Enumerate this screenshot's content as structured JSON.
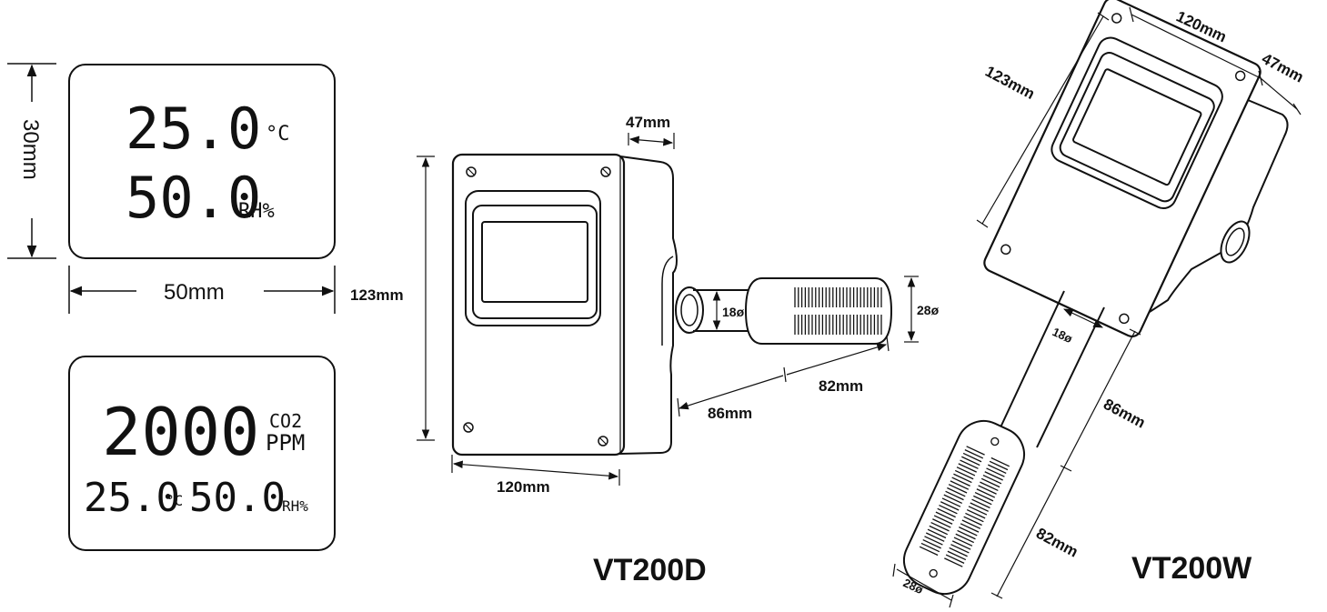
{
  "lcd_top": {
    "temp": "25.0",
    "temp_unit": "°C",
    "humidity": "50.0",
    "humidity_unit": "RH%"
  },
  "lcd_bottom": {
    "co2": "2000",
    "co2_label": "CO2",
    "co2_unit": "PPM",
    "temp": "25.0",
    "temp_unit": "°C",
    "humidity": "50.0",
    "humidity_unit": "RH%"
  },
  "lcd_dims": {
    "height": "30mm",
    "width": "50mm"
  },
  "vt200d": {
    "model": "VT200D",
    "height": "123mm",
    "width": "120mm",
    "depth": "47mm",
    "probe_dia": "18",
    "sensor_dia": "28",
    "probe_len": "86mm",
    "sensor_len": "82mm"
  },
  "vt200w": {
    "model": "VT200W",
    "height": "123mm",
    "width": "120mm",
    "depth": "47mm",
    "probe_dia": "18",
    "sensor_dia": "28",
    "probe_len": "86mm",
    "sensor_len": "82mm"
  },
  "diameter_symbol": "ø"
}
